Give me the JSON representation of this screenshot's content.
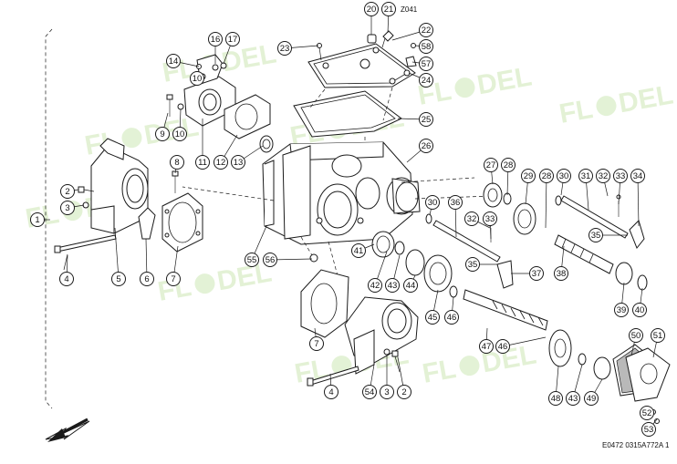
{
  "diagram": {
    "z_label": "Z041",
    "footer_code": "E0472 0315A772A 1",
    "highlight_color": "#d7dc3a",
    "watermark": {
      "text_a": "FL",
      "text_b": "DEL",
      "color": "#9ccf6a"
    },
    "callouts": [
      {
        "id": "c1",
        "label": "1"
      },
      {
        "id": "c2",
        "label": "2"
      },
      {
        "id": "c3",
        "label": "3"
      },
      {
        "id": "c4",
        "label": "4"
      },
      {
        "id": "c5",
        "label": "5"
      },
      {
        "id": "c6",
        "label": "6"
      },
      {
        "id": "c7",
        "label": "7"
      },
      {
        "id": "c8",
        "label": "8"
      },
      {
        "id": "c9",
        "label": "9"
      },
      {
        "id": "c10a",
        "label": "10"
      },
      {
        "id": "c10b",
        "label": "10"
      },
      {
        "id": "c11",
        "label": "11"
      },
      {
        "id": "c12",
        "label": "12"
      },
      {
        "id": "c13",
        "label": "13"
      },
      {
        "id": "c14",
        "label": "14"
      },
      {
        "id": "c16",
        "label": "16"
      },
      {
        "id": "c17",
        "label": "17"
      },
      {
        "id": "c20",
        "label": "20"
      },
      {
        "id": "c21",
        "label": "21"
      },
      {
        "id": "c22",
        "label": "22"
      },
      {
        "id": "c23",
        "label": "23"
      },
      {
        "id": "c24",
        "label": "24"
      },
      {
        "id": "c25",
        "label": "25"
      },
      {
        "id": "c26",
        "label": "26"
      },
      {
        "id": "c27",
        "label": "27"
      },
      {
        "id": "c28a",
        "label": "28"
      },
      {
        "id": "c28b",
        "label": "28"
      },
      {
        "id": "c29",
        "label": "29"
      },
      {
        "id": "c30a",
        "label": "30"
      },
      {
        "id": "c30b",
        "label": "30"
      },
      {
        "id": "c31",
        "label": "31"
      },
      {
        "id": "c32a",
        "label": "32"
      },
      {
        "id": "c32b",
        "label": "32"
      },
      {
        "id": "c33a",
        "label": "33"
      },
      {
        "id": "c33b",
        "label": "33"
      },
      {
        "id": "c34",
        "label": "34"
      },
      {
        "id": "c35a",
        "label": "35"
      },
      {
        "id": "c35b",
        "label": "35"
      },
      {
        "id": "c36",
        "label": "36"
      },
      {
        "id": "c37",
        "label": "37"
      },
      {
        "id": "c38",
        "label": "38"
      },
      {
        "id": "c39",
        "label": "39"
      },
      {
        "id": "c40",
        "label": "40"
      },
      {
        "id": "c41",
        "label": "41"
      },
      {
        "id": "c42",
        "label": "42"
      },
      {
        "id": "c43a",
        "label": "43"
      },
      {
        "id": "c43b",
        "label": "43"
      },
      {
        "id": "c44",
        "label": "44"
      },
      {
        "id": "c45",
        "label": "45"
      },
      {
        "id": "c46a",
        "label": "46"
      },
      {
        "id": "c46b",
        "label": "46"
      },
      {
        "id": "c47",
        "label": "47"
      },
      {
        "id": "c48",
        "label": "48"
      },
      {
        "id": "c49",
        "label": "49"
      },
      {
        "id": "c50",
        "label": "50"
      },
      {
        "id": "c51",
        "label": "51"
      },
      {
        "id": "c52",
        "label": "52"
      },
      {
        "id": "c53",
        "label": "53"
      },
      {
        "id": "c54",
        "label": "54"
      },
      {
        "id": "c55",
        "label": "55"
      },
      {
        "id": "c56",
        "label": "56"
      },
      {
        "id": "c57",
        "label": "57"
      },
      {
        "id": "c58",
        "label": "58"
      },
      {
        "id": "c7b",
        "label": "7"
      },
      {
        "id": "c4b",
        "label": "4"
      },
      {
        "id": "c3b",
        "label": "3"
      },
      {
        "id": "c2b",
        "label": "2"
      }
    ]
  }
}
